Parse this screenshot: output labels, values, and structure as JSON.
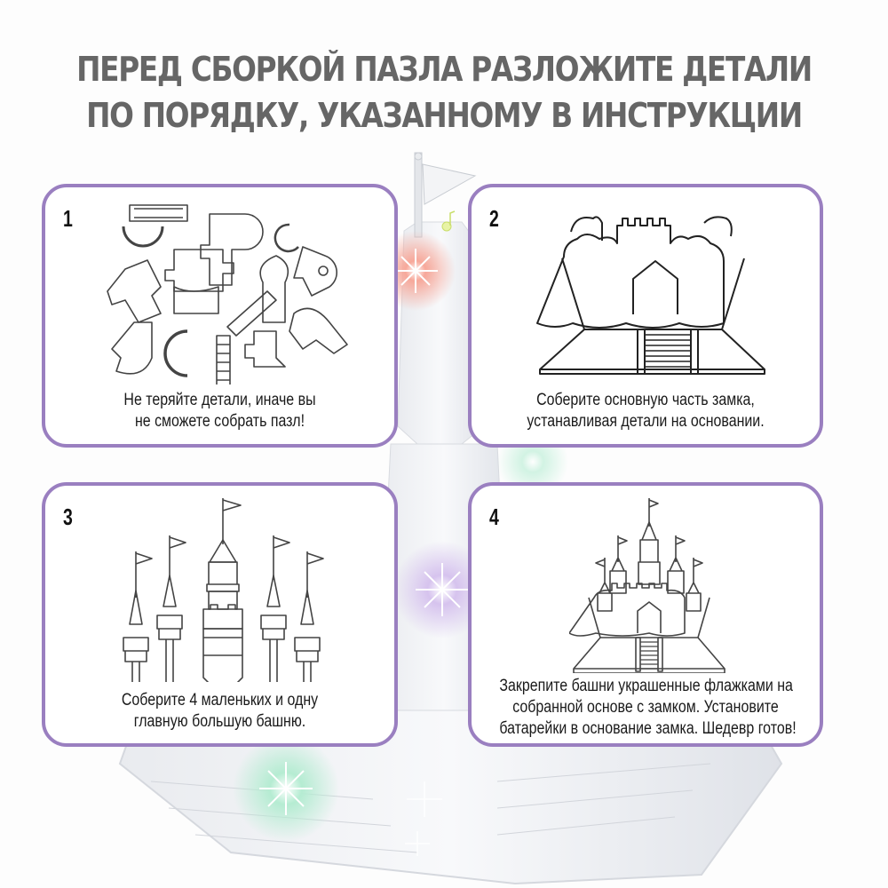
{
  "header": {
    "title_line1": "ПЕРЕД СБОРКОЙ ПАЗЛА РАЗЛОЖИТЕ ДЕТАЛИ",
    "title_line2": "ПО ПОРЯДКУ, УКАЗАННОМУ В ИНСТРУКЦИИ"
  },
  "colors": {
    "card_border": "#9a7fc0",
    "title_text": "#666666",
    "caption_text": "#1a1a1a",
    "glow_red": "#f08a78",
    "glow_purple": "#c9b4e4",
    "glow_green": "#a8e6c8"
  },
  "steps": [
    {
      "number": "1",
      "illustration": "puzzle-pieces-icon",
      "caption_lines": [
        "Не теряйте детали, иначе вы",
        "не сможете собрать пазл!"
      ]
    },
    {
      "number": "2",
      "illustration": "castle-base-icon",
      "caption_lines": [
        "Соберите основную часть замка,",
        "устанавливая детали на основании."
      ]
    },
    {
      "number": "3",
      "illustration": "towers-icon",
      "caption_lines": [
        "Соберите 4 маленьких и одну",
        "главную большую башню."
      ]
    },
    {
      "number": "4",
      "illustration": "finished-castle-icon",
      "caption_lines": [
        "Закрепите башни украшенные флажками на",
        "собранной основе с замком. Установите",
        "батарейки в основание замка. Шедевр готов!"
      ]
    }
  ]
}
